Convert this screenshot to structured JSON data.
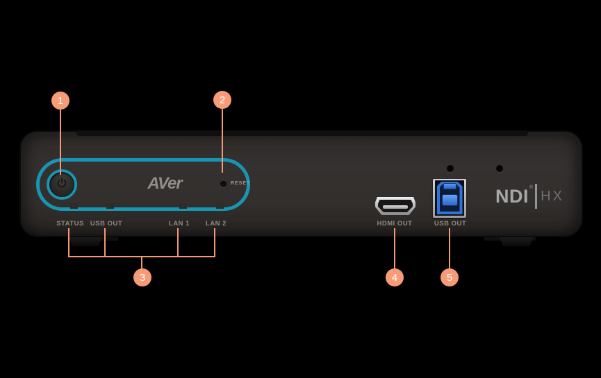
{
  "device": {
    "brand": "AVer",
    "reset_label": "RESET",
    "indicators": [
      "STATUS",
      "USB OUT",
      "LAN 1",
      "LAN 2"
    ],
    "hdmi_label": "HDMI OUT",
    "usb_label": "USB OUT",
    "ndi": {
      "name": "NDI",
      "reg": "®",
      "hx": "HX"
    }
  },
  "callouts": [
    {
      "number": "1",
      "target": "power-button"
    },
    {
      "number": "2",
      "target": "reset-button"
    },
    {
      "number": "3",
      "target": "indicator-leds"
    },
    {
      "number": "4",
      "target": "hdmi-out-port"
    },
    {
      "number": "5",
      "target": "usb-out-port"
    }
  ],
  "colors": {
    "accent_teal": "#1795B1",
    "callout_orange": "#F89C78",
    "usb_blue": "#2F74DD",
    "background": "#000000"
  }
}
